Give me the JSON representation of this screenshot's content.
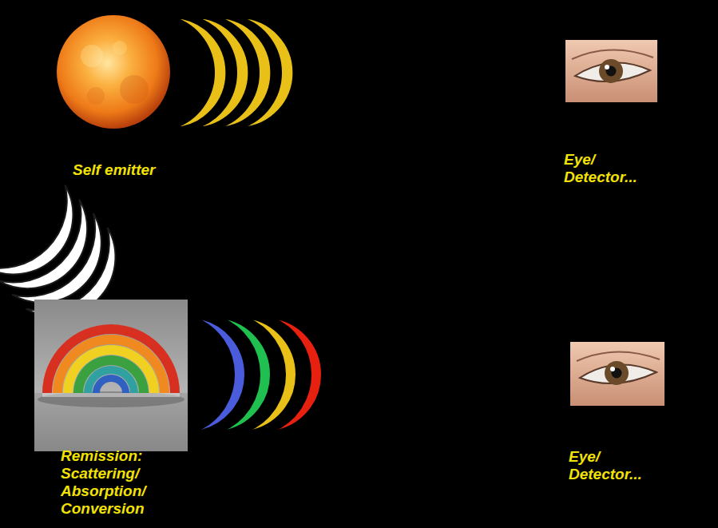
{
  "diagram": {
    "labels": [
      "Self emitter",
      "Eye/ Detector...",
      "Remission: Scattering/ Absorption/ Conversion",
      "Eye/ Detector..."
    ]
  }
}
